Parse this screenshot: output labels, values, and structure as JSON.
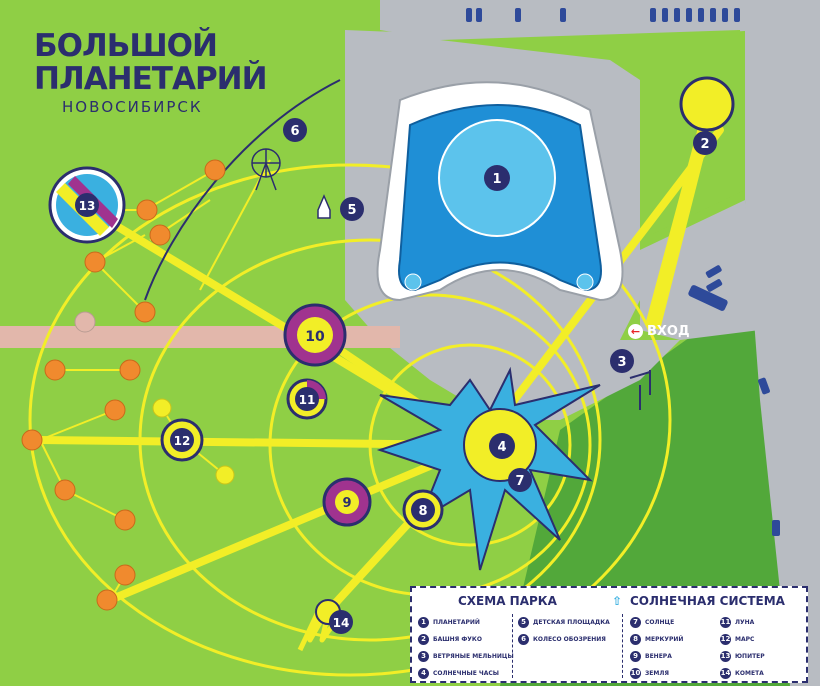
{
  "title": {
    "line1": "БОЛЬШОЙ",
    "line2": "ПЛАНЕТАРИЙ",
    "city": "НОВОСИБИРСК"
  },
  "entrance_label": "ВХОД",
  "markers": [
    {
      "id": "1",
      "label": "1"
    },
    {
      "id": "2",
      "label": "2"
    },
    {
      "id": "3",
      "label": "3"
    },
    {
      "id": "4",
      "label": "4"
    },
    {
      "id": "5",
      "label": "5"
    },
    {
      "id": "6",
      "label": "6"
    },
    {
      "id": "7",
      "label": "7"
    },
    {
      "id": "8",
      "label": "8"
    },
    {
      "id": "9",
      "label": "9"
    },
    {
      "id": "10",
      "label": "10"
    },
    {
      "id": "11",
      "label": "11"
    },
    {
      "id": "12",
      "label": "12"
    },
    {
      "id": "13",
      "label": "13"
    },
    {
      "id": "14",
      "label": "14"
    }
  ],
  "legend": {
    "park_title": "СХЕМА ПАРКА",
    "solar_title": "СОЛНЕЧНАЯ СИСТЕМА",
    "park_items": [
      {
        "num": "1",
        "text": "ПЛАНЕТАРИЙ"
      },
      {
        "num": "2",
        "text": "БАШНЯ ФУКО"
      },
      {
        "num": "3",
        "text": "ВЕТРЯНЫЕ МЕЛЬНИЦЫ"
      },
      {
        "num": "4",
        "text": "СОЛНЕЧНЫЕ ЧАСЫ"
      },
      {
        "num": "5",
        "text": "ДЕТСКАЯ ПЛОЩАДКА"
      },
      {
        "num": "6",
        "text": "КОЛЕСО ОБОЗРЕНИЯ"
      }
    ],
    "solar_items": [
      {
        "num": "7",
        "text": "СОЛНЦЕ"
      },
      {
        "num": "8",
        "text": "МЕРКУРИЙ"
      },
      {
        "num": "9",
        "text": "ВЕНЕРА"
      },
      {
        "num": "10",
        "text": "ЗЕМЛЯ"
      },
      {
        "num": "11",
        "text": "ЛУНА"
      },
      {
        "num": "12",
        "text": "МАРС"
      },
      {
        "num": "13",
        "text": "ЮПИТЕР"
      },
      {
        "num": "14",
        "text": "КОМЕТА"
      }
    ]
  },
  "colors": {
    "grass": "#8fcf45",
    "grass_dark": "#52a83a",
    "road": "#b8bcc2",
    "path": "#f2ee27",
    "navy": "#2b2e6e",
    "blue": "#1f8fd6",
    "light_blue": "#5cc3ec",
    "orange": "#f08a2e",
    "pink_path": "#e2b7ab",
    "purple": "#a0338f"
  }
}
